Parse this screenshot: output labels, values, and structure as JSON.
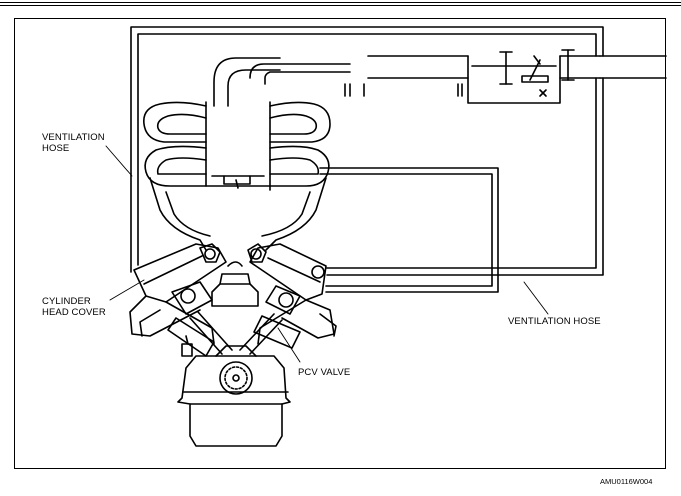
{
  "labels": {
    "ventilation_hose_left": "VENTILATION\nHOSE",
    "cylinder_head_cover": "CYLINDER\nHEAD COVER",
    "ventilation_hose_right": "VENTILATION HOSE",
    "pcv_valve": "PCV VALVE"
  },
  "figure_code": "AMU0116W004"
}
